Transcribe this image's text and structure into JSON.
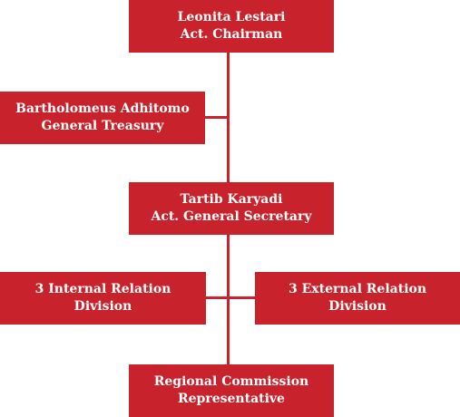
{
  "theme": {
    "box_color": "#c8232c",
    "text_color": "#ffffff",
    "line_color": "#c8232c",
    "background": "#ffffff"
  },
  "org_chart": {
    "chairman": {
      "name": "Leonita Lestari",
      "role": "Act. Chairman"
    },
    "treasury": {
      "name": "Bartholomeus Adhitomo",
      "role": "General Treasury"
    },
    "secretary": {
      "name": "Tartib Karyadi",
      "role": "Act. General Secretary"
    },
    "internal_division": {
      "line1": "3 Internal Relation",
      "line2": "Division"
    },
    "external_division": {
      "line1": "3 External Relation",
      "line2": "Division"
    },
    "regional": {
      "line1": "Regional Commission",
      "line2": "Representative"
    }
  }
}
